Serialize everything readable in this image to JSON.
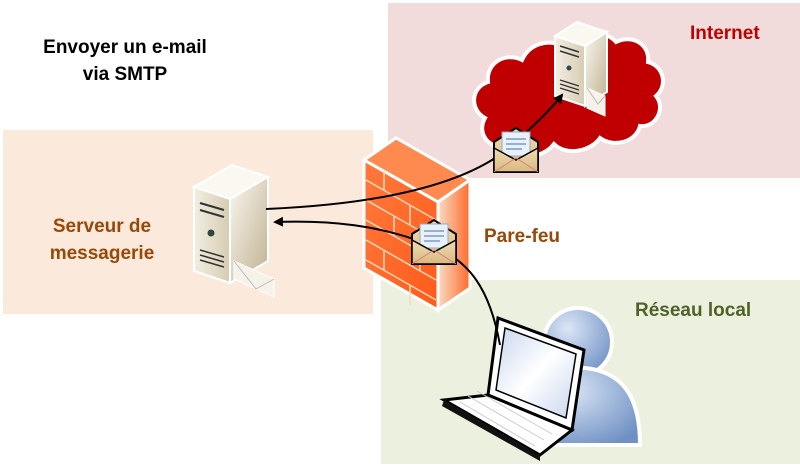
{
  "title": {
    "line1": "Envoyer un e-mail",
    "line2": "via SMTP"
  },
  "regions": {
    "internet": {
      "label": "Internet",
      "fill": "#f2dcdb",
      "label_color": "#c00000"
    },
    "mail_server": {
      "label_line1": "Serveur de",
      "label_line2": "messagerie",
      "fill": "#fbe9dc",
      "label_color": "#984807"
    },
    "firewall": {
      "label": "Pare-feu",
      "label_color": "#984807"
    },
    "local_network": {
      "label": "Réseau local",
      "fill": "#ebf1de",
      "label_color": "#4f6228"
    }
  },
  "nodes": [
    {
      "id": "internet-server",
      "icon": "server-icon",
      "region": "internet"
    },
    {
      "id": "mail-server",
      "icon": "server-icon",
      "region": "mail_server"
    },
    {
      "id": "firewall",
      "icon": "firewall-icon",
      "region": "firewall"
    },
    {
      "id": "laptop",
      "icon": "laptop-icon",
      "region": "local_network"
    },
    {
      "id": "user",
      "icon": "user-icon",
      "region": "local_network"
    }
  ],
  "flows": [
    {
      "from": "laptop",
      "to": "mail-server",
      "via": "firewall",
      "message": "envelope-icon"
    },
    {
      "from": "mail-server",
      "to": "internet-server",
      "via": "firewall",
      "message": "envelope-icon"
    }
  ],
  "colors": {
    "cloud": "#c00000",
    "firewall": "#ff6a2b",
    "server": "#e8e0cc",
    "user": "#7f9fcf",
    "arrow": "#000000"
  }
}
